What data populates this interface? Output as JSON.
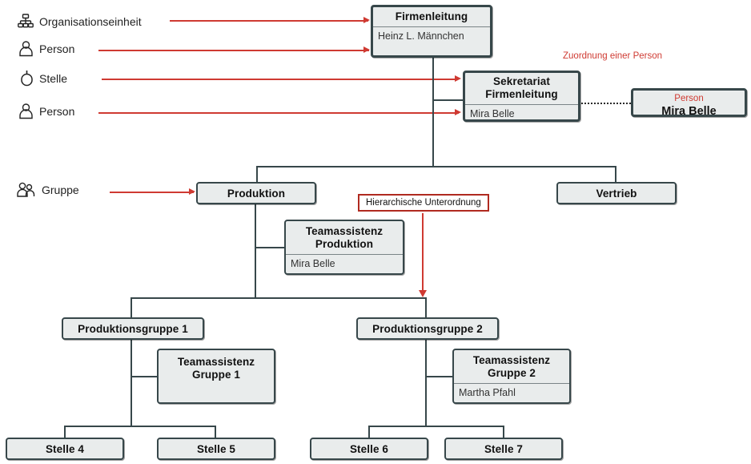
{
  "legend": {
    "items": [
      {
        "icon": "org-unit-icon",
        "label": "Organisationseinheit"
      },
      {
        "icon": "person-icon",
        "label": "Person"
      },
      {
        "icon": "position-icon",
        "label": "Stelle"
      },
      {
        "icon": "person-icon",
        "label": "Person"
      },
      {
        "icon": "group-icon",
        "label": "Gruppe"
      }
    ]
  },
  "annotations": {
    "assignment": "Zuordnung einer Person",
    "hierarchy": "Hierarchische Unterordnung"
  },
  "colors": {
    "accent_red": "#cf3a32",
    "callout_border": "#b02a20",
    "node_border": "#37474a",
    "node_fill": "#e9ecec"
  },
  "chart": {
    "nodes": [
      {
        "id": "firmenleitung",
        "title": "Firmenleitung",
        "person": "Heinz L. Männchen"
      },
      {
        "id": "sekretariat",
        "title": "Sekretariat Firmenleitung",
        "title_line1": "Sekretariat",
        "title_line2": "Firmenleitung",
        "person": "Mira Belle"
      },
      {
        "id": "produktion",
        "title": "Produktion",
        "person": ""
      },
      {
        "id": "vertrieb",
        "title": "Vertrieb",
        "person": ""
      },
      {
        "id": "ta-produktion",
        "title": "Teamassistenz Produktion",
        "title_line1": "Teamassistenz",
        "title_line2": "Produktion",
        "person": "Mira Belle"
      },
      {
        "id": "produktionsgruppe-1",
        "title": "Produktionsgruppe 1",
        "person": ""
      },
      {
        "id": "produktionsgruppe-2",
        "title": "Produktionsgruppe 2",
        "person": ""
      },
      {
        "id": "ta-gruppe-1",
        "title": "Teamassistenz Gruppe 1",
        "title_line1": "Teamassistenz",
        "title_line2": "Gruppe 1",
        "person": ""
      },
      {
        "id": "ta-gruppe-2",
        "title": "Teamassistenz Gruppe 2",
        "title_line1": "Teamassistenz",
        "title_line2": "Gruppe 2",
        "person": "Martha Pfahl"
      },
      {
        "id": "stelle-4",
        "title": "Stelle 4",
        "person": ""
      },
      {
        "id": "stelle-5",
        "title": "Stelle 5",
        "person": ""
      },
      {
        "id": "stelle-6",
        "title": "Stelle 6",
        "person": ""
      },
      {
        "id": "stelle-7",
        "title": "Stelle 7",
        "person": ""
      }
    ],
    "person_card": {
      "type_label": "Person",
      "name": "Mira Belle"
    }
  }
}
